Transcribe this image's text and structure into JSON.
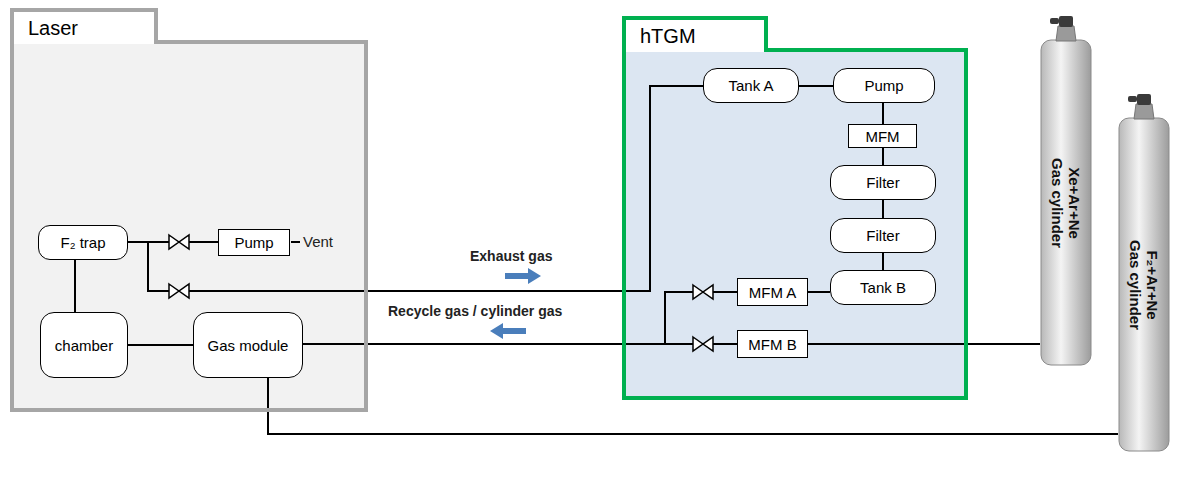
{
  "diagram": {
    "nodes": [
      {
        "text": [
          "Laser"
        ]
      },
      {
        "text": [
          "F₂ trap"
        ],
        "in": 0
      },
      {
        "text": [
          "Pump"
        ],
        "in": 0
      },
      {
        "text": [
          "chamber"
        ],
        "in": 0
      },
      {
        "text": [
          "Gas module"
        ],
        "in": 0
      },
      {
        "text": [
          "hTGM"
        ]
      },
      {
        "text": [
          "Tank A"
        ],
        "in": 5
      },
      {
        "text": [
          "Pump"
        ],
        "in": 5
      },
      {
        "text": [
          "MFM"
        ],
        "in": 5
      },
      {
        "text": [
          "Filter"
        ],
        "in": 5
      },
      {
        "text": [
          "Filter"
        ],
        "in": 5
      },
      {
        "text": [
          "Tank B"
        ],
        "in": 5
      },
      {
        "text": [
          "MFM A"
        ],
        "in": 5
      },
      {
        "text": [
          "MFM B"
        ],
        "in": 5
      },
      {
        "text": [
          "Xe+Ar+Ne",
          "Gas cylinder"
        ]
      },
      {
        "text": [
          "F₂+Ar+Ne",
          "Gas cylinder"
        ]
      }
    ],
    "edges": [
      {
        "from": 1,
        "to": 2,
        "arrow": "none"
      },
      {
        "from": 1,
        "to": 6,
        "arrow": "none"
      },
      {
        "from": 1,
        "to": 3,
        "arrow": "none"
      },
      {
        "from": 3,
        "to": 4,
        "arrow": "none"
      },
      {
        "from": 6,
        "to": 7,
        "arrow": "none"
      },
      {
        "from": 7,
        "to": 8,
        "arrow": "none"
      },
      {
        "from": 8,
        "to": 9,
        "arrow": "none"
      },
      {
        "from": 9,
        "to": 10,
        "arrow": "none"
      },
      {
        "from": 10,
        "to": 11,
        "arrow": "none"
      },
      {
        "from": 11,
        "to": 12,
        "arrow": "none"
      },
      {
        "from": 12,
        "to": 4,
        "arrow": "none"
      },
      {
        "from": 13,
        "to": 4,
        "arrow": "none"
      },
      {
        "from": 14,
        "to": 13,
        "arrow": "none"
      },
      {
        "from": 15,
        "to": 4,
        "arrow": "none"
      }
    ],
    "labels": [
      "Vent",
      "Exhaust gas",
      "Recycle gas / cylinder gas"
    ]
  }
}
